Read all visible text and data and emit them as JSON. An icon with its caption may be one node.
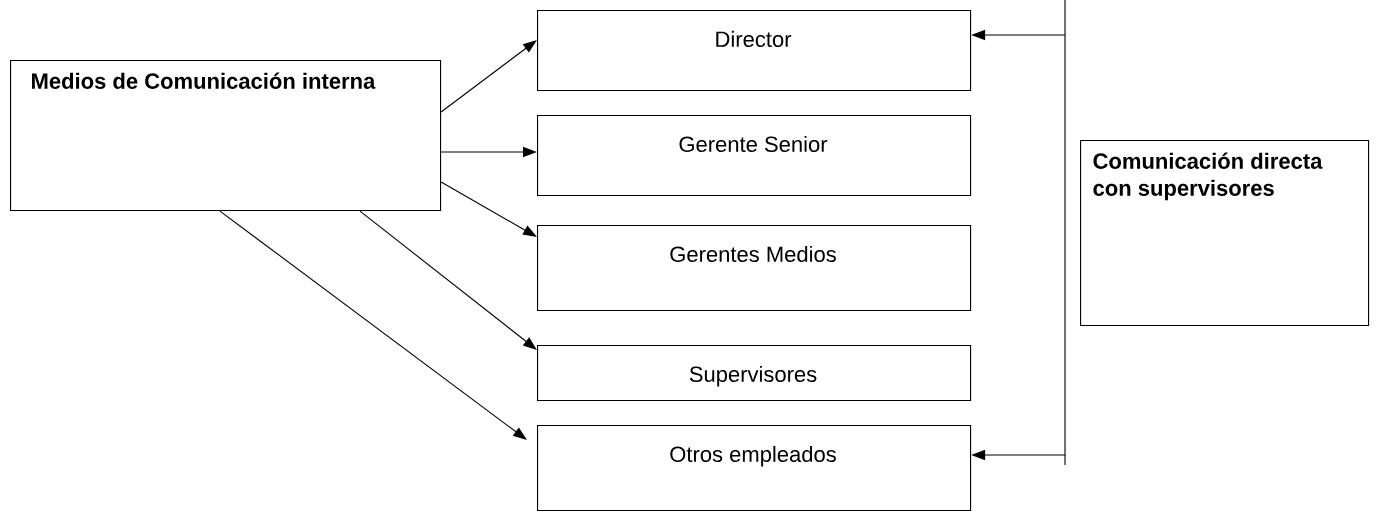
{
  "diagram": {
    "nodes": [
      {
        "text": [
          "Medios de Comunicación interna"
        ]
      },
      {
        "text": [
          "Director"
        ]
      },
      {
        "text": [
          "Gerente Senior"
        ]
      },
      {
        "text": [
          "Gerentes Medios"
        ]
      },
      {
        "text": [
          "Supervisores"
        ]
      },
      {
        "text": [
          "Otros empleados"
        ]
      },
      {
        "text": [
          "Comunicación directa con supervisores"
        ]
      }
    ],
    "edges": [
      {
        "from": 0,
        "to": 1,
        "arrow": "to"
      },
      {
        "from": 0,
        "to": 2,
        "arrow": "to"
      },
      {
        "from": 0,
        "to": 3,
        "arrow": "to"
      },
      {
        "from": 0,
        "to": 4,
        "arrow": "to"
      },
      {
        "from": 0,
        "to": 5,
        "arrow": "to"
      },
      {
        "from": 1,
        "to": 5,
        "arrow": "both"
      }
    ]
  }
}
